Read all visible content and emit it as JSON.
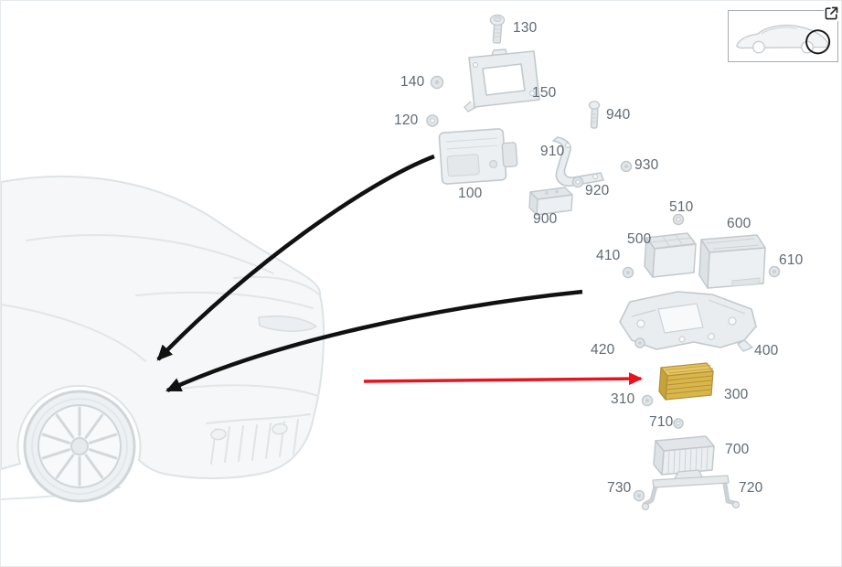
{
  "diagram": {
    "type": "parts-exploded-view",
    "highlighted_part": "300"
  },
  "colors": {
    "arrow_black": "#111111",
    "arrow_red": "#e8131d",
    "highlight_gold": "#d9b64a",
    "highlight_gold_top": "#e6c566",
    "label_text": "#5f6a72",
    "part_line": "#c2c8cd",
    "part_fill": "#e9edef",
    "ghost_line": "#dee3e6"
  },
  "parts": {
    "p100": {
      "label": "100"
    },
    "p120": {
      "label": "120"
    },
    "p130": {
      "label": "130"
    },
    "p140": {
      "label": "140"
    },
    "p150": {
      "label": "150"
    },
    "p300": {
      "label": "300"
    },
    "p310": {
      "label": "310"
    },
    "p400": {
      "label": "400"
    },
    "p410": {
      "label": "410"
    },
    "p420": {
      "label": "420"
    },
    "p500": {
      "label": "500"
    },
    "p510": {
      "label": "510"
    },
    "p600": {
      "label": "600"
    },
    "p610": {
      "label": "610"
    },
    "p700": {
      "label": "700"
    },
    "p710": {
      "label": "710"
    },
    "p720": {
      "label": "720"
    },
    "p730": {
      "label": "730"
    },
    "p900": {
      "label": "900"
    },
    "p910": {
      "label": "910"
    },
    "p920": {
      "label": "920"
    },
    "p930": {
      "label": "930"
    },
    "p940": {
      "label": "940"
    }
  }
}
